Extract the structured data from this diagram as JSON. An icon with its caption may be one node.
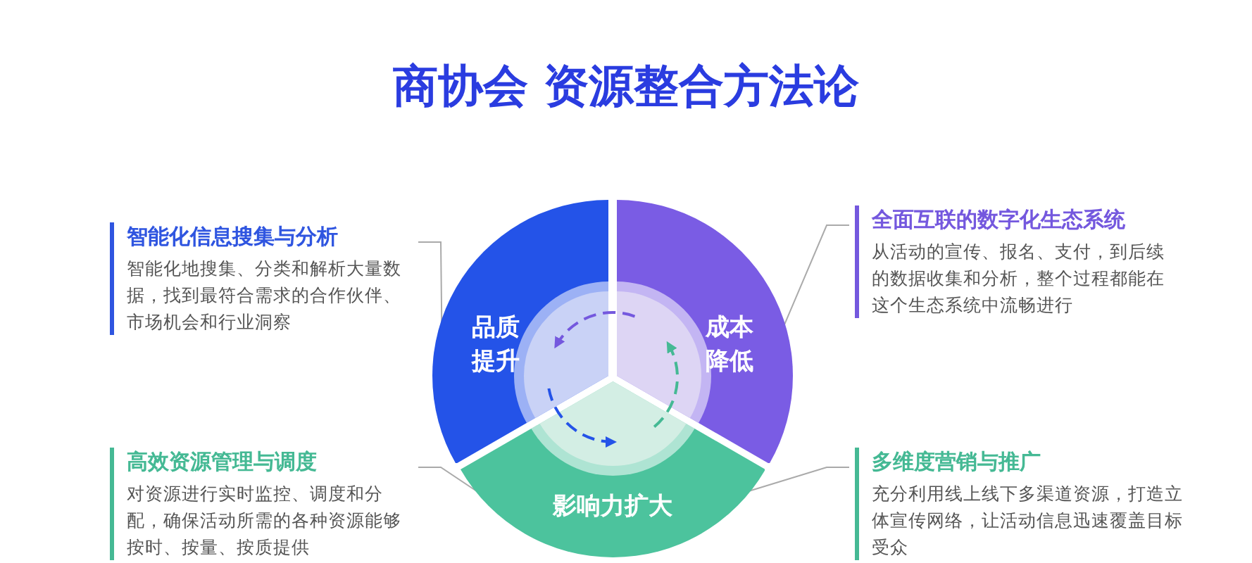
{
  "diagram": {
    "title": "商协会 资源整合方法论",
    "nodes": [
      {
        "text": [
          "智能化信息搜集与分析",
          "智能化地搜集、分类和解析大量数据，找到最符合需求的合作伙伴、市场机会和行业洞察"
        ]
      },
      {
        "text": [
          "全面互联的数字化生态系统",
          "从活动的宣传、报名、支付，到后续的数据收集和分析，整个过程都能在这个生态系统中流畅进行"
        ]
      },
      {
        "text": [
          "品质提升"
        ]
      },
      {
        "text": [
          "成本降低"
        ]
      },
      {
        "text": [
          "高效资源管理与调度",
          "对资源进行实时监控、调度和分配，确保活动所需的各种资源能够按时、按量、按质提供"
        ]
      },
      {
        "text": [
          "影响力扩大"
        ]
      },
      {
        "text": [
          "多维度营销与推广",
          "充分利用线上线下多渠道资源，打造立体宣传网络，让活动信息迅速覆盖目标受众"
        ]
      }
    ],
    "edges": [
      {
        "from": 0,
        "to": 2,
        "arrow": "none"
      },
      {
        "from": 1,
        "to": 3,
        "arrow": "none"
      },
      {
        "from": 4,
        "to": 5,
        "arrow": "none"
      },
      {
        "from": 6,
        "to": 5,
        "arrow": "none"
      },
      {
        "from": 3,
        "to": 2,
        "arrow": "to",
        "style": "dashed",
        "color": "#7458de"
      },
      {
        "from": 2,
        "to": 5,
        "arrow": "to",
        "style": "dashed",
        "color": "#2453e8"
      },
      {
        "from": 5,
        "to": 3,
        "arrow": "to",
        "style": "dashed",
        "color": "#45b994"
      }
    ]
  }
}
